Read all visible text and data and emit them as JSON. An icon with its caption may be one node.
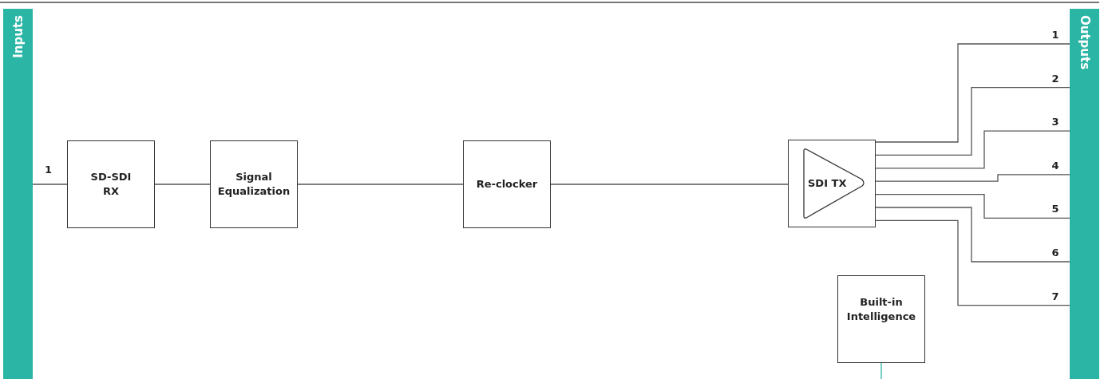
{
  "diagram": {
    "nodes": [
      {
        "text": [
          "Inputs"
        ]
      },
      {
        "text": [
          "SD-SDI RX"
        ]
      },
      {
        "text": [
          "Signal Equalization"
        ]
      },
      {
        "text": [
          "Re-clocker"
        ]
      },
      {
        "text": [
          "SDI TX"
        ]
      },
      {
        "text": [
          "Outputs"
        ]
      },
      {
        "text": [
          "Built-in Intelligence"
        ]
      }
    ],
    "edges": [
      {
        "from": 0,
        "to": 1,
        "arrow": "none",
        "label": "1"
      },
      {
        "from": 1,
        "to": 2,
        "arrow": "none"
      },
      {
        "from": 2,
        "to": 3,
        "arrow": "none"
      },
      {
        "from": 3,
        "to": 4,
        "arrow": "none"
      },
      {
        "from": 4,
        "to": 5,
        "arrow": "none",
        "label": "1"
      },
      {
        "from": 4,
        "to": 5,
        "arrow": "none",
        "label": "2"
      },
      {
        "from": 4,
        "to": 5,
        "arrow": "none",
        "label": "3"
      },
      {
        "from": 4,
        "to": 5,
        "arrow": "none",
        "label": "4"
      },
      {
        "from": 4,
        "to": 5,
        "arrow": "none",
        "label": "5"
      },
      {
        "from": 4,
        "to": 5,
        "arrow": "none",
        "label": "6"
      },
      {
        "from": 4,
        "to": 5,
        "arrow": "none",
        "label": "7"
      },
      {
        "from": 6,
        "to": null,
        "arrow": "none",
        "color": "#2bb5a5"
      }
    ]
  }
}
